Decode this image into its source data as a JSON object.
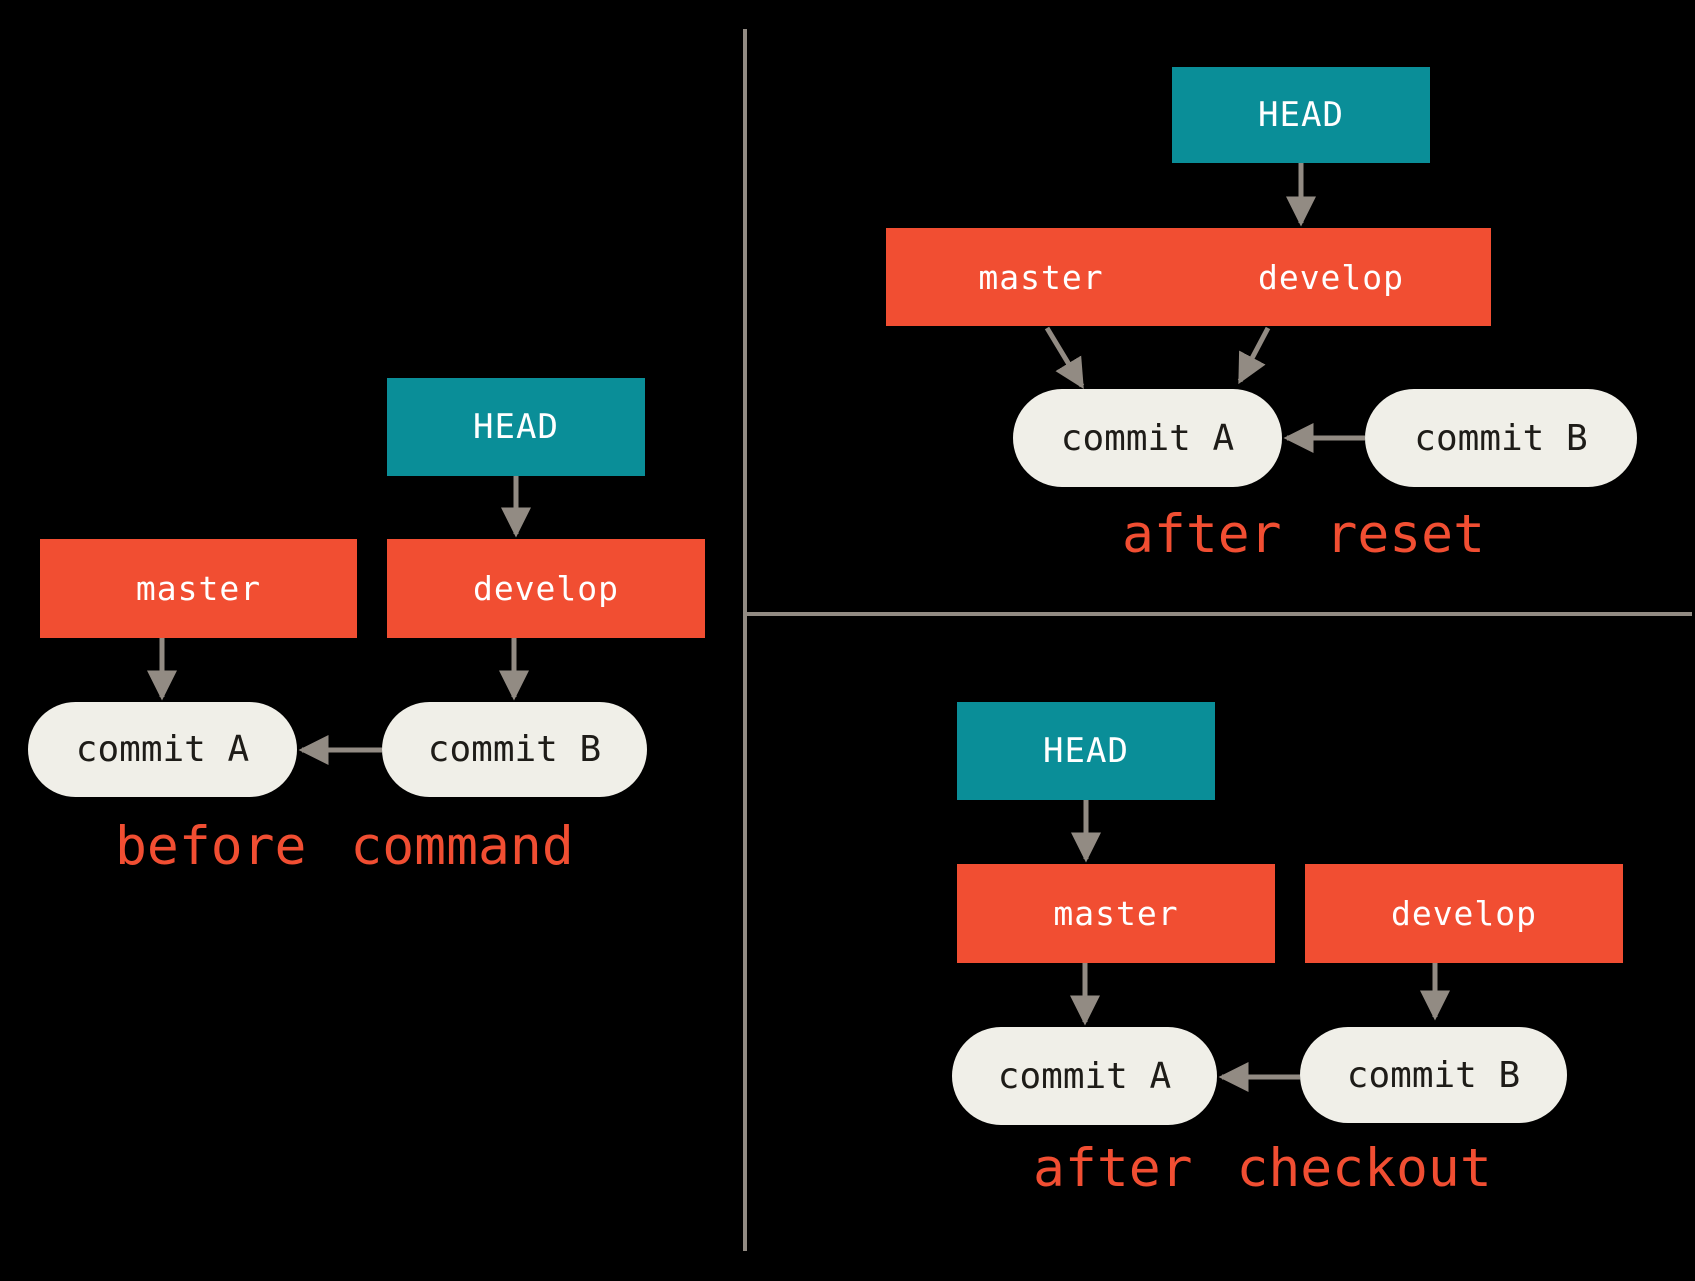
{
  "colors": {
    "background": "#000000",
    "teal": "#0A8E98",
    "orange": "#F14E32",
    "pill_bg": "#F0EFE8",
    "pill_text": "#1E1C18",
    "arrow": "#928B83",
    "label": "#F14E32"
  },
  "panels": {
    "before_command": {
      "caption": "before command",
      "head": "HEAD",
      "branches": {
        "master": "master",
        "develop": "develop"
      },
      "commits": {
        "a": "commit A",
        "b": "commit B"
      }
    },
    "after_reset": {
      "caption": "after reset",
      "head": "HEAD",
      "branches": {
        "master": "master",
        "develop": "develop"
      },
      "commits": {
        "a": "commit A",
        "b": "commit B"
      }
    },
    "after_checkout": {
      "caption": "after checkout",
      "head": "HEAD",
      "branches": {
        "master": "master",
        "develop": "develop"
      },
      "commits": {
        "a": "commit A",
        "b": "commit B"
      }
    }
  }
}
